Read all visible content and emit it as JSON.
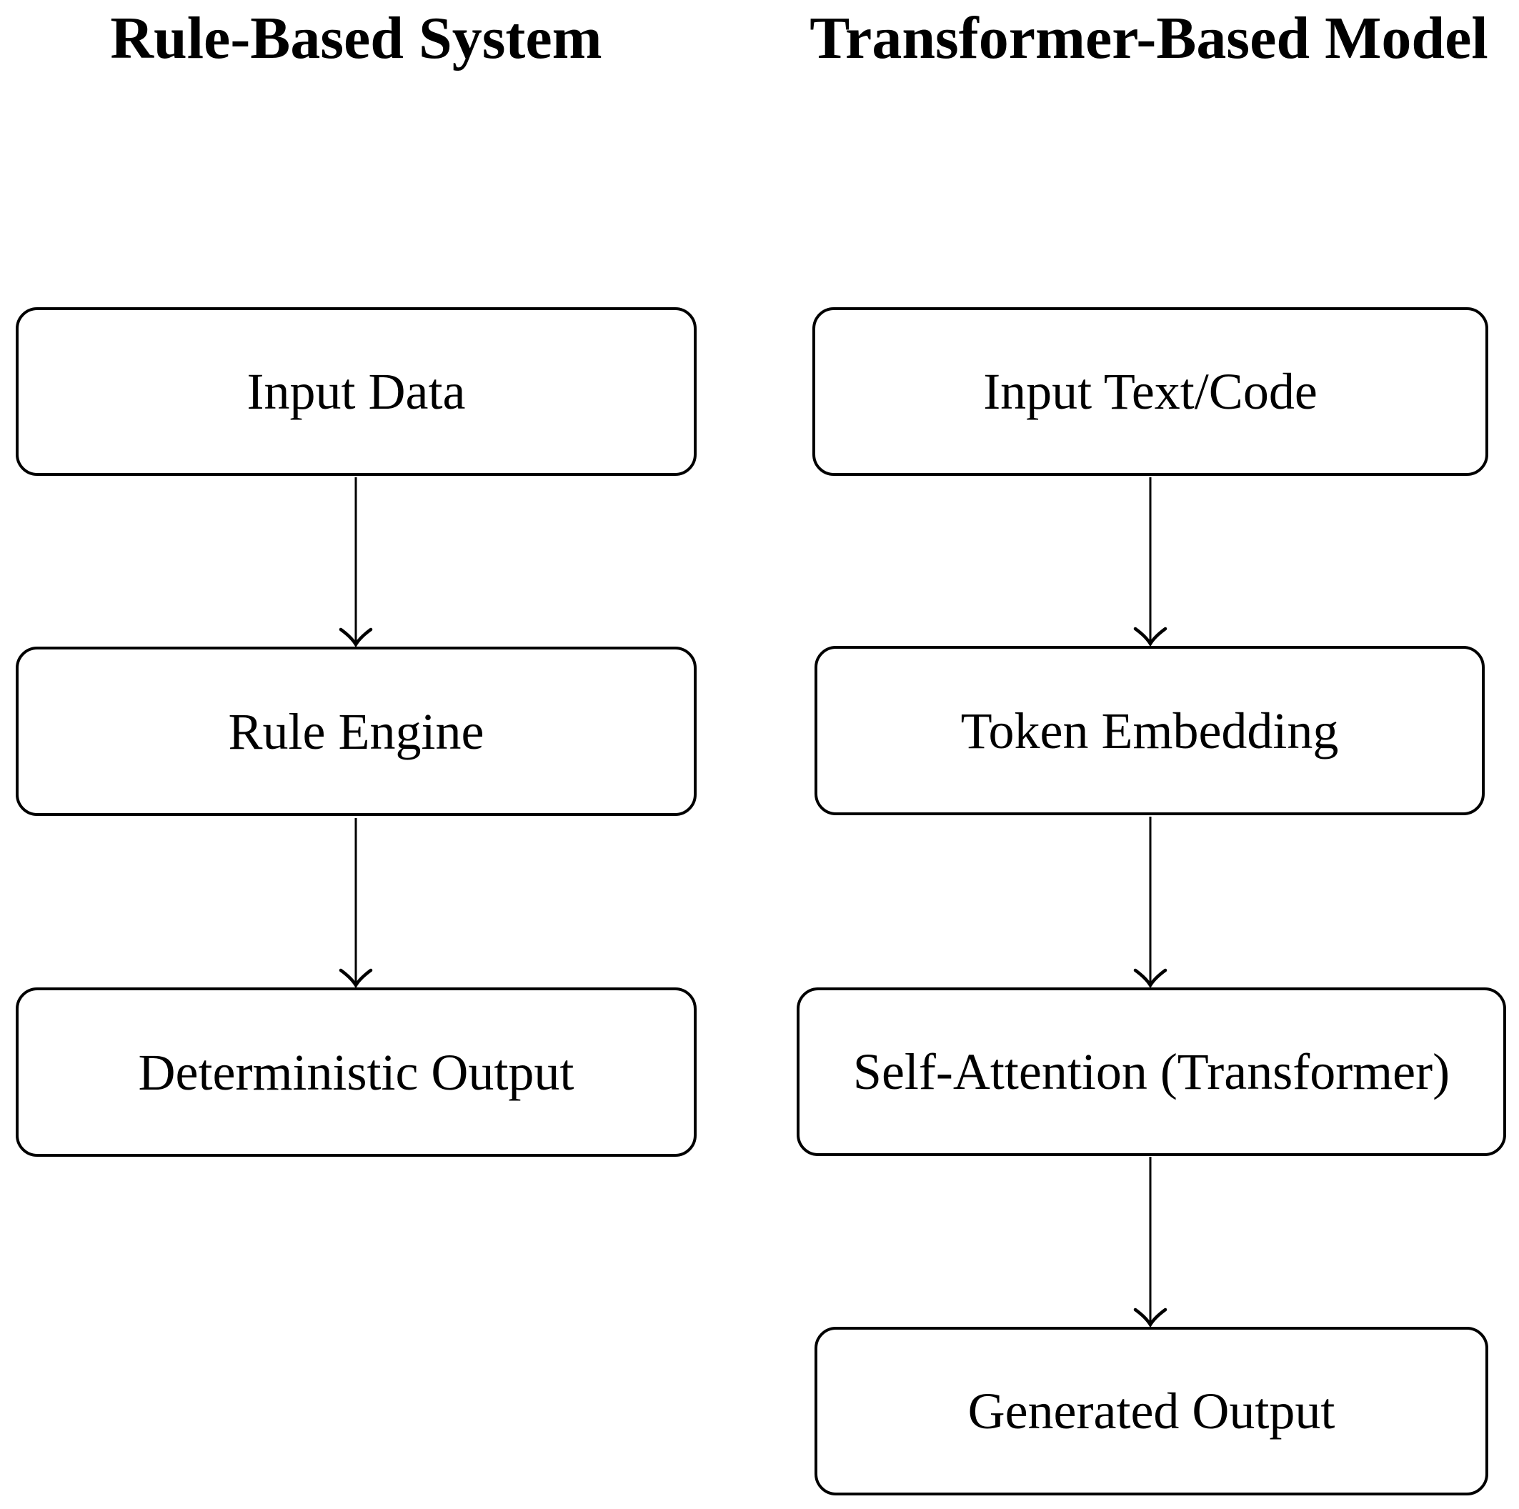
{
  "figure": {
    "background_color": "#ffffff",
    "stroke_color": "#000000",
    "text_color": "#000000"
  },
  "left_column": {
    "title": "Rule-Based System",
    "nodes": [
      {
        "label": "Input Data"
      },
      {
        "label": "Rule Engine"
      },
      {
        "label": "Deterministic Output"
      }
    ]
  },
  "right_column": {
    "title": "Transformer-Based Model",
    "nodes": [
      {
        "label": "Input Text/Code"
      },
      {
        "label": "Token Embedding"
      },
      {
        "label": "Self-Attention (Transformer)"
      },
      {
        "label": "Generated Output"
      }
    ]
  }
}
